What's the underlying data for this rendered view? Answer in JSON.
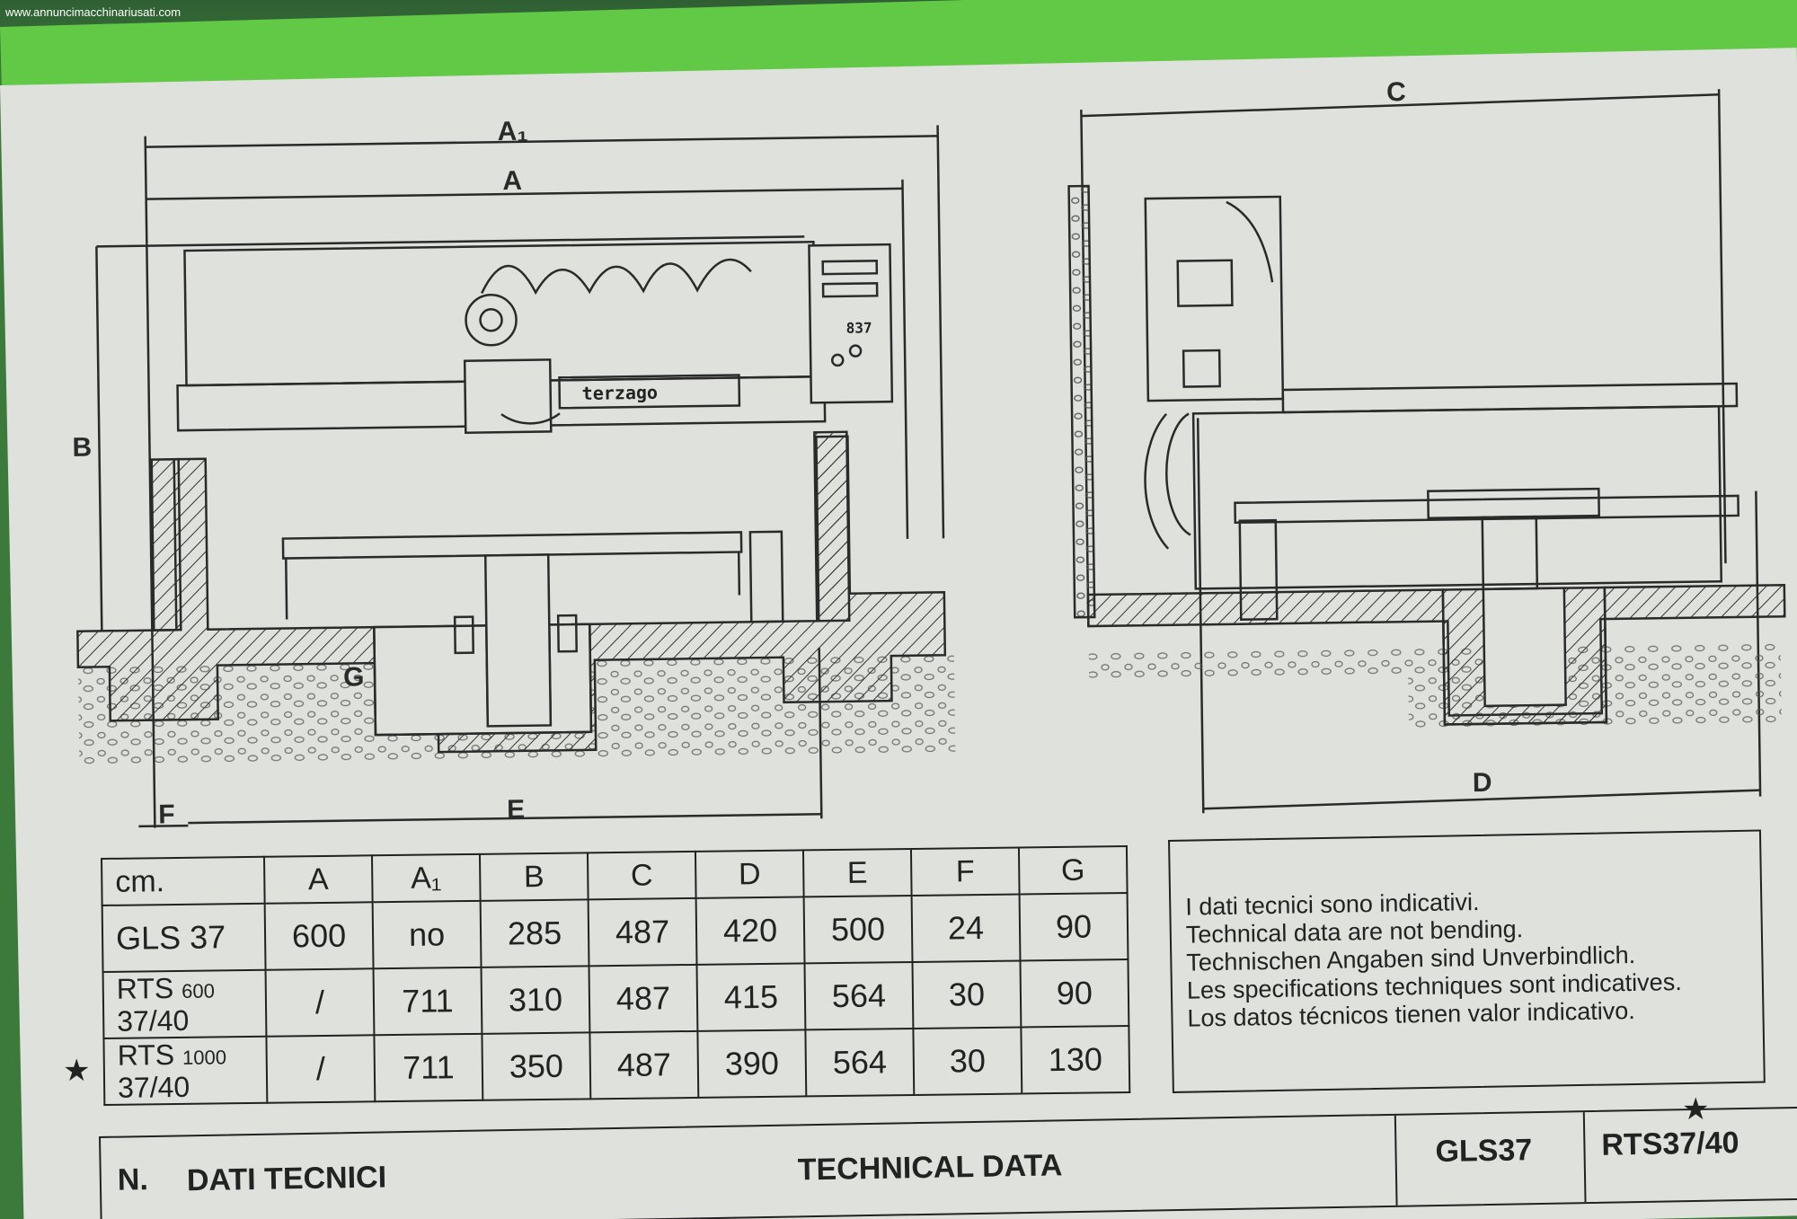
{
  "watermark": "www.annuncimacchinariusati.com",
  "dim_labels": {
    "a1": "A₁",
    "a": "A",
    "b": "B",
    "c": "C",
    "d": "D",
    "e": "E",
    "f": "F",
    "g": "G"
  },
  "machine": {
    "brand": "terzago",
    "panel": "837"
  },
  "table": {
    "headers": [
      "cm.",
      "A",
      "A₁",
      "B",
      "C",
      "D",
      "E",
      "F",
      "G"
    ],
    "rows": [
      {
        "model": "GLS 37",
        "values": [
          "600",
          "no",
          "285",
          "487",
          "420",
          "500",
          "24",
          "90"
        ]
      },
      {
        "model": "RTS",
        "model_sub": "600",
        "model_line2": "37/40",
        "values": [
          "/",
          "711",
          "310",
          "487",
          "415",
          "564",
          "30",
          "90"
        ]
      },
      {
        "model": "RTS",
        "model_sub": "1000",
        "model_line2": "37/40",
        "values": [
          "/",
          "711",
          "350",
          "487",
          "390",
          "564",
          "30",
          "130"
        ]
      }
    ]
  },
  "notes": [
    "I dati tecnici sono indicativi.",
    "Technical data are not bending.",
    "Technischen Angaben sind Unverbindlich.",
    "Les specifications techniques sont indicatives.",
    "Los datos técnicos tienen valor indicativo."
  ],
  "star": "★",
  "bottom_table": {
    "n": "N.",
    "dati": "DATI TECNICI",
    "tech": "TECHNICAL DATA",
    "gls": "GLS37",
    "rts": "RTS37/40"
  }
}
